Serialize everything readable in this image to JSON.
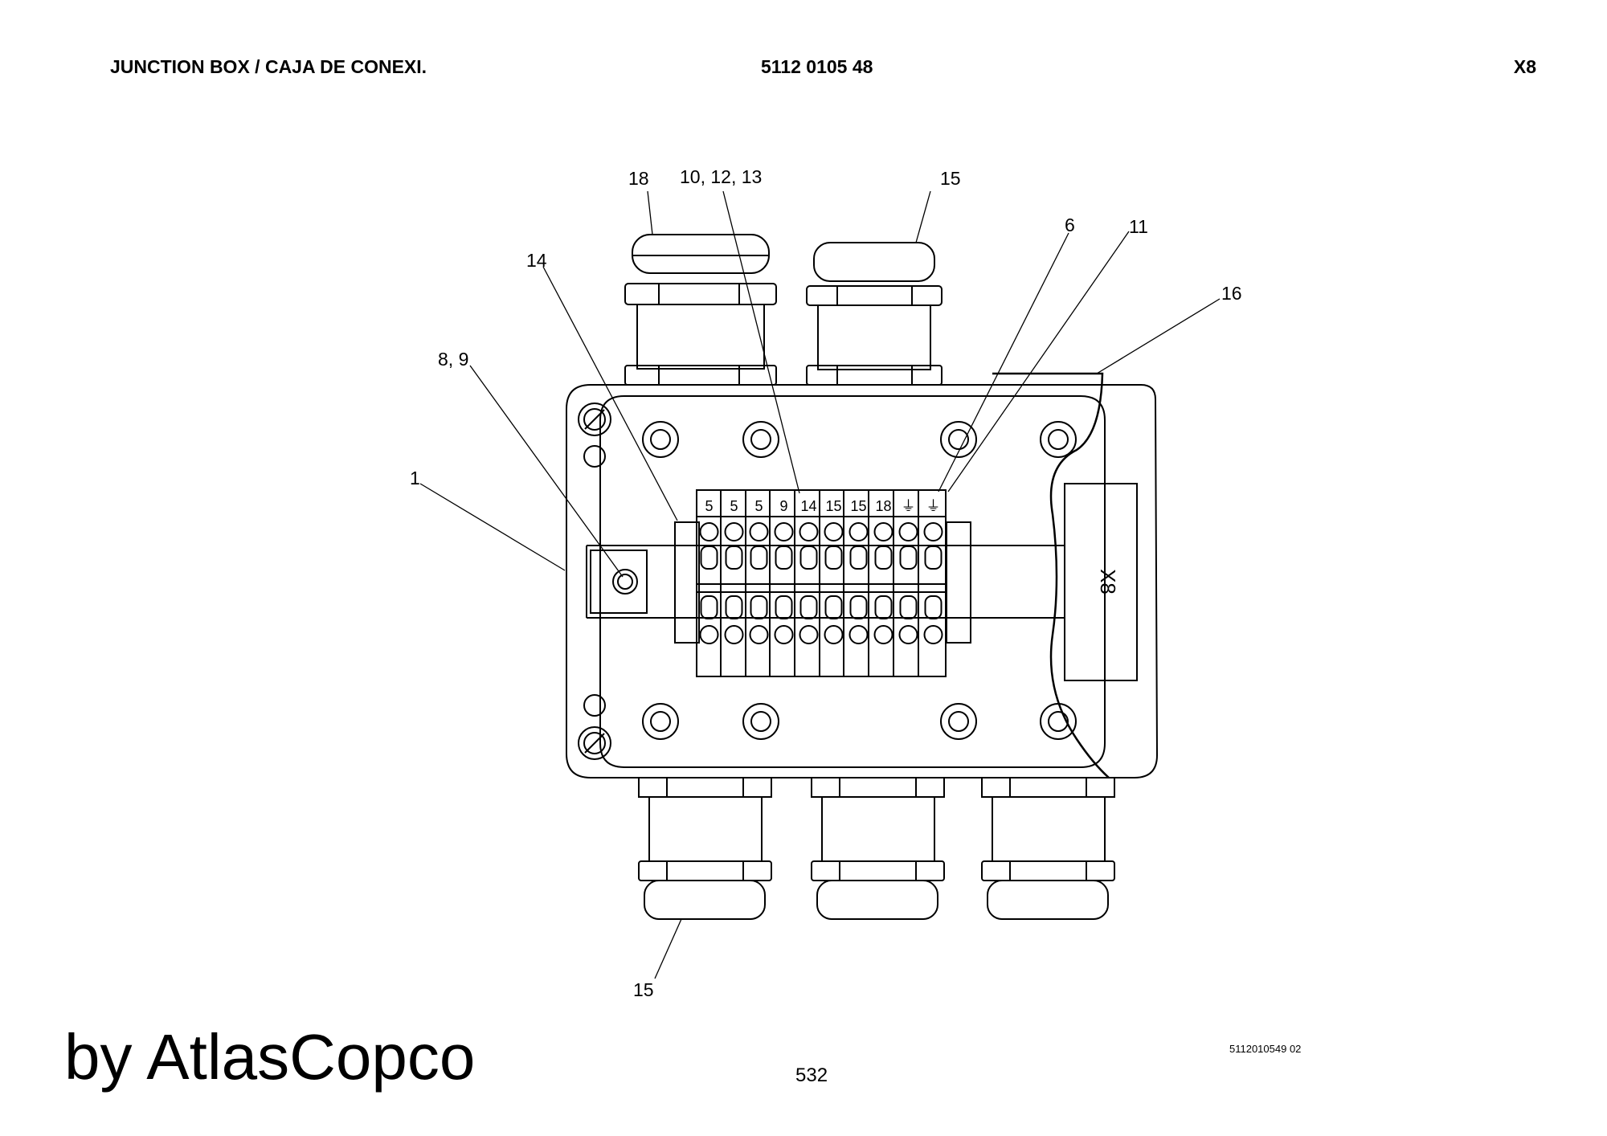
{
  "header": {
    "title": "JUNCTION BOX / CAJA DE CONEXI.",
    "part_number": "5112 0105 48",
    "designation": "X8"
  },
  "callouts": [
    "18",
    "10, 12, 13",
    "15",
    "6",
    "11",
    "16",
    "14",
    "8, 9",
    "1",
    "15"
  ],
  "terminals": [
    "5",
    "5",
    "5",
    "9",
    "14",
    "15",
    "15",
    "18",
    "⏚",
    "⏚"
  ],
  "box_label": "X8",
  "footer": {
    "brand": "by AtlasCopco",
    "page": "532",
    "drawing_code": "5112010549 02"
  }
}
